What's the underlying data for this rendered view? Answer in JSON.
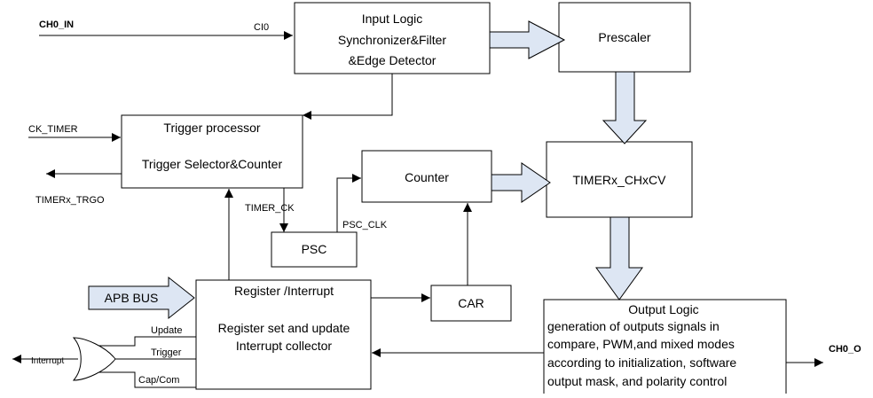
{
  "blocks": {
    "input_logic": [
      "Input Logic",
      "Synchronizer&Filter",
      "&Edge Detector"
    ],
    "prescaler": "Prescaler",
    "trigger_processor": [
      "Trigger processor",
      "Trigger Selector&Counter"
    ],
    "counter": "Counter",
    "timer_chxcv": "TIMERx_CHxCV",
    "psc": "PSC",
    "register_interrupt": [
      "Register /Interrupt",
      "Register set and update",
      "Interrupt collector"
    ],
    "car": "CAR",
    "output_logic": [
      "Output Logic",
      "generation of outputs signals in",
      "compare, PWM,and mixed modes",
      "according to initialization,  software",
      "output mask, and polarity control"
    ]
  },
  "signals": {
    "ch0_in": "CH0_IN",
    "ci0": "CI0",
    "ck_timer": "CK_TIMER",
    "timerx_trgo": "TIMERx_TRGO",
    "timer_ck": "TIMER_CK",
    "psc_clk": "PSC_CLK",
    "apb_bus": "APB BUS",
    "update": "Update",
    "trigger": "Trigger",
    "cap_com": "Cap/Com",
    "interrupt": "Interrupt",
    "ch0_o": "CH0_O"
  },
  "colors": {
    "fat_arrow_fill": "#dde6f3",
    "stroke": "#000000"
  }
}
